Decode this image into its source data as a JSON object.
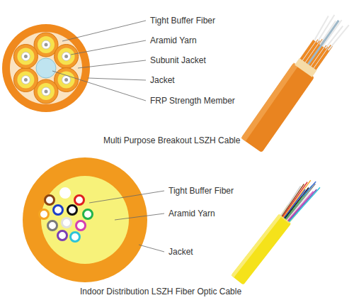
{
  "diagram": {
    "labels": [
      "Tight Buffer Fiber",
      "Aramid Yarn",
      "Subunit Jacket",
      "Jacket",
      "FRP Strength Member",
      "Multi Purpose Breakout LSZH Cable",
      "Tight Buffer Fiber",
      "Aramid Yarn",
      "Jacket",
      "Indoor Distribution LSZH Fiber Optic Cable"
    ]
  }
}
